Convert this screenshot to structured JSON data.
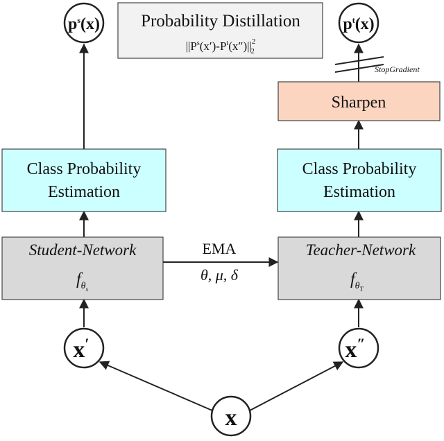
{
  "colors": {
    "cyan_box": "#ccffff",
    "gray_box": "#d9d9d9",
    "title_box": "#f2f2f2",
    "sharpen_box": "#fbd5c0",
    "stroke": "#222222"
  },
  "title": {
    "main": "Probability Distillation",
    "formula_lhs": "||P",
    "formula_s": "s",
    "formula_mid1": "(x′)-P",
    "formula_t": "t",
    "formula_mid2": "(x″)||",
    "formula_sup": "2",
    "formula_sub": "2"
  },
  "student": {
    "output_p": "p",
    "output_sup": "s",
    "output_arg": "(x)",
    "estimation_line1": "Class Probability",
    "estimation_line2": "Estimation",
    "network_label": "Student-Network",
    "f": "f",
    "theta": "θ",
    "theta_sub": "s",
    "input": "x",
    "input_prime": "′"
  },
  "teacher": {
    "output_p": "p",
    "output_sup": "t",
    "output_arg": "(x)",
    "stop_gradient": "StopGradient",
    "sharpen": "Sharpen",
    "estimation_line1": "Class Probability",
    "estimation_line2": "Estimation",
    "network_label": "Teacher-Network",
    "f": "f",
    "theta": "θ",
    "theta_sub": "T",
    "input": "x",
    "input_prime": "″"
  },
  "ema": {
    "label": "EMA",
    "params": "θ,  μ,  δ"
  },
  "root_input": "x"
}
